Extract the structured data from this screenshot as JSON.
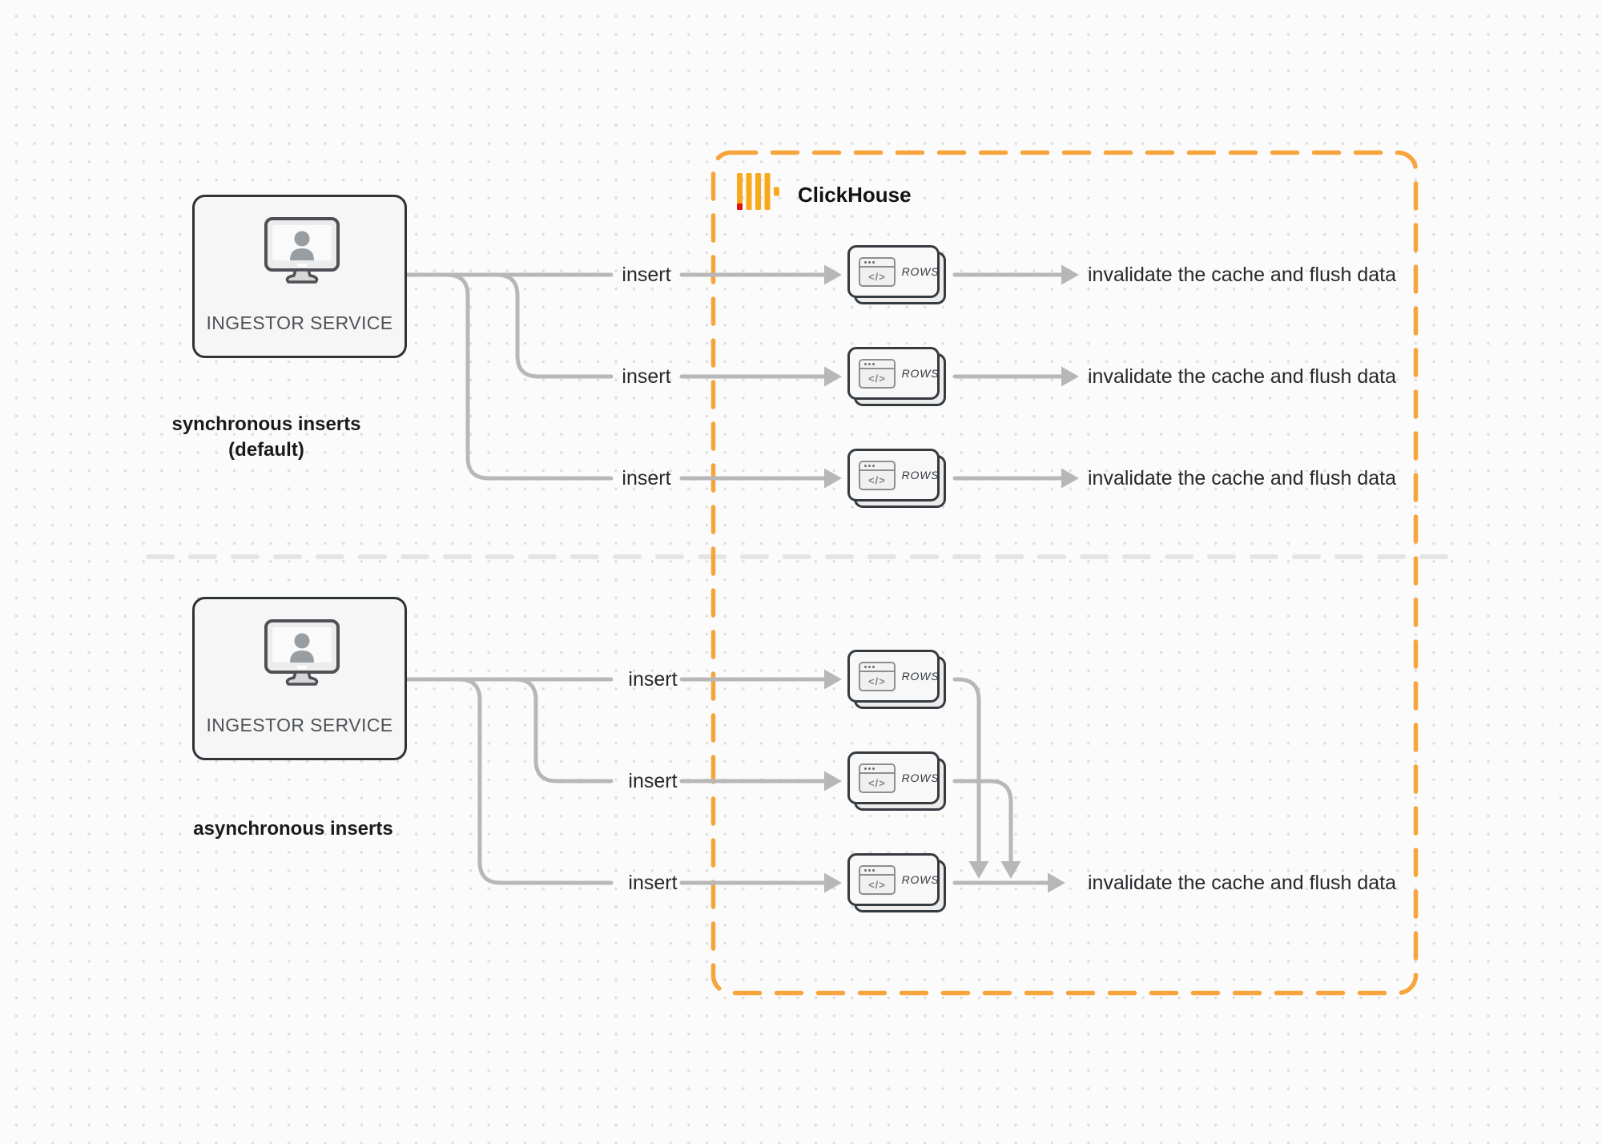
{
  "palette": {
    "background": "#fbfbfb",
    "dot_grid": "#dedede",
    "connector_gray": "#b7b7b7",
    "divider_gray": "#e4e4e4",
    "boundary_orange": "#F8A43C",
    "logo_yellow": "#F7A81B",
    "logo_red": "#DE1212",
    "box_border_dark": "#2e3338"
  },
  "icons": {
    "service": "monitor-user-icon",
    "rows_card": "browser-code-icon",
    "clickhouse": "clickhouse-bars-icon"
  },
  "glyphs": {
    "code": "</>"
  },
  "clickhouse": {
    "label": "ClickHouse"
  },
  "sync": {
    "caption": "synchronous inserts (default)",
    "service": "INGESTOR SERVICE",
    "rows": [
      {
        "insert": "insert",
        "card": "ROWS",
        "result": "invalidate the cache and flush data"
      },
      {
        "insert": "insert",
        "card": "ROWS",
        "result": "invalidate the cache and flush data"
      },
      {
        "insert": "insert",
        "card": "ROWS",
        "result": "invalidate the cache and flush data"
      }
    ]
  },
  "async": {
    "caption": "asynchronous inserts",
    "service": "INGESTOR SERVICE",
    "rows": [
      {
        "insert": "insert",
        "card": "ROWS"
      },
      {
        "insert": "insert",
        "card": "ROWS"
      },
      {
        "insert": "insert",
        "card": "ROWS"
      }
    ],
    "result": "invalidate the cache and flush data"
  }
}
